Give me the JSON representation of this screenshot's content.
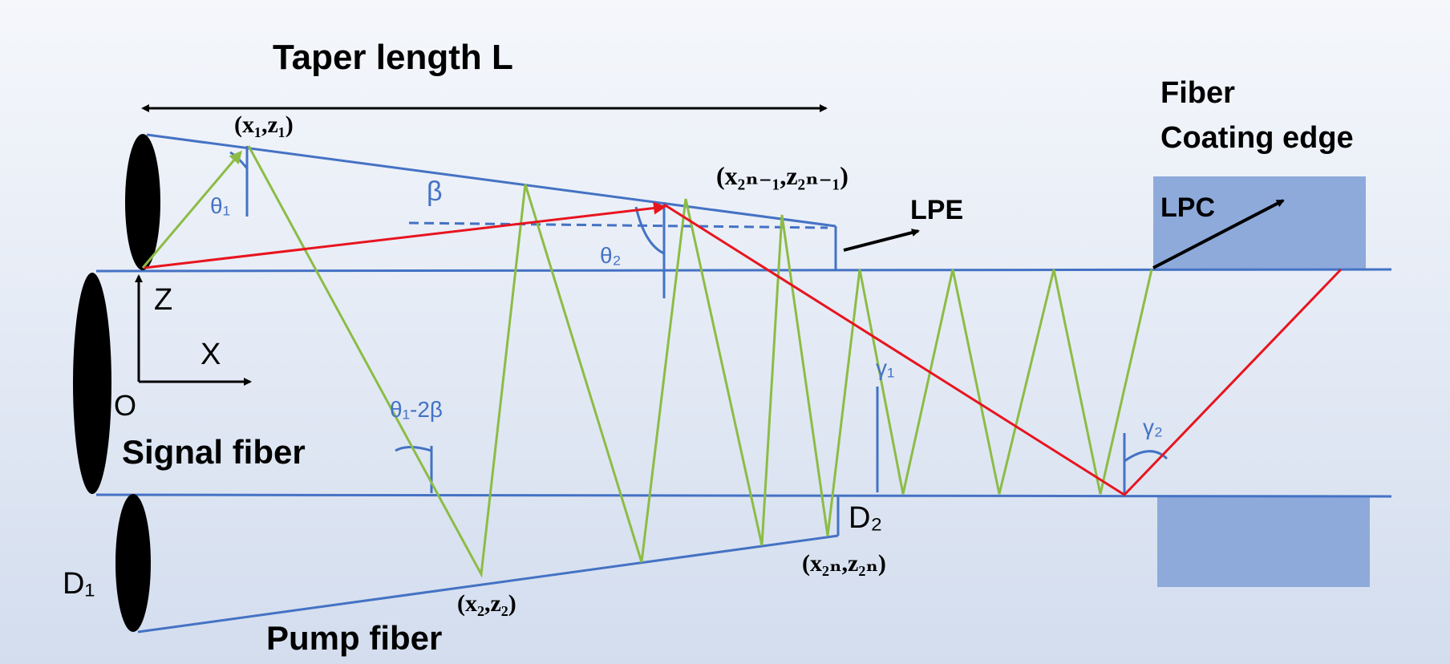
{
  "title": "Taper length L",
  "labels": {
    "fiber_coating_line1": "Fiber",
    "fiber_coating_line2": "Coating edge",
    "lpe": "LPE",
    "lpc": "LPC",
    "signal_fiber": "Signal fiber",
    "pump_fiber": "Pump fiber",
    "axis_z": "Z",
    "axis_x": "X",
    "origin": "O",
    "d1": "D₁",
    "d2": "D₂",
    "theta1": "θ₁",
    "theta2": "θ₂",
    "beta": "β",
    "theta1_minus_2beta": "θ₁-2β",
    "gamma1": "γ₁",
    "gamma2": "γ₂",
    "point_1": "(x₁,z₁)",
    "point_2": "(x₂,z₂)",
    "point_2n_minus_1": "(x₂ₙ₋₁,z₂ₙ₋₁)",
    "point_2n": "(x₂ₙ,z₂ₙ)"
  },
  "colors": {
    "fiber_line": "#4472c4",
    "green_ray": "#8cbc45",
    "red_ray": "#e8141e",
    "coating_block": "#8eaadb",
    "black": "#000000",
    "angle_label": "#4472c4"
  }
}
